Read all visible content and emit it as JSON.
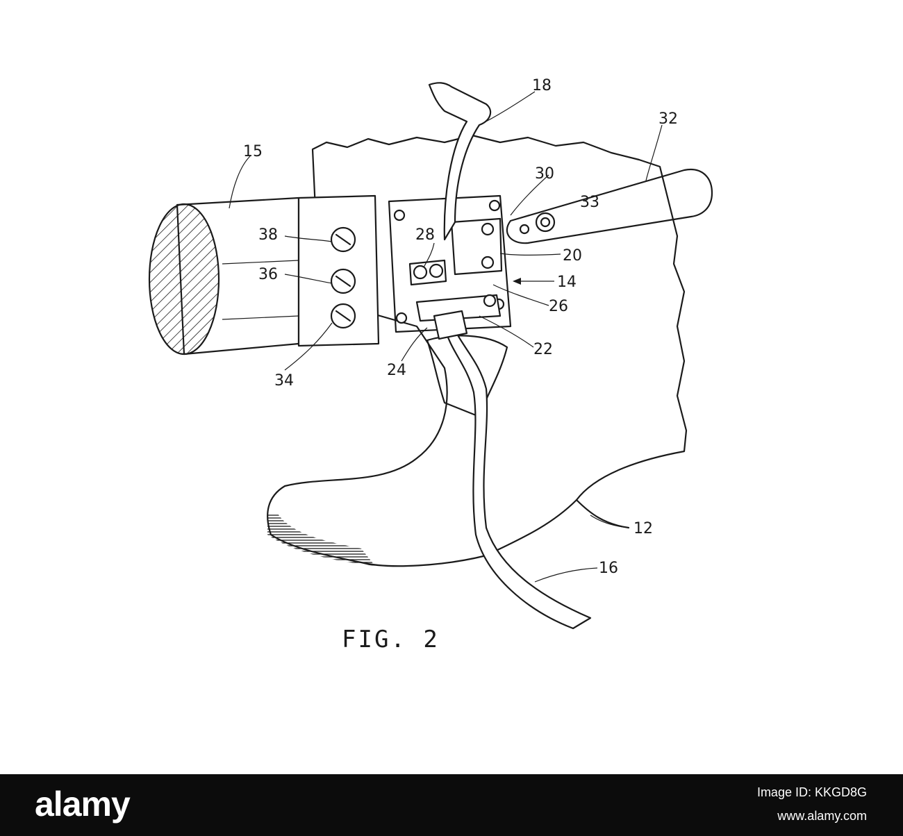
{
  "figure": {
    "caption": "FIG. 2",
    "labels": {
      "l18": "18",
      "l32": "32",
      "l15": "15",
      "l30": "30",
      "l33": "33",
      "l38": "38",
      "l28": "28",
      "l20": "20",
      "l14": "14",
      "l36": "36",
      "l26": "26",
      "l22": "22",
      "l24": "24",
      "l34": "34",
      "l12": "12",
      "l16": "16"
    }
  },
  "footer": {
    "brand": "alamy",
    "image_code": "Image ID: KKGD8G",
    "site": "www.alamy.com"
  },
  "colors": {
    "ink": "#1a1a1a",
    "background": "#ffffff",
    "footer_bg": "#0c0c0c"
  }
}
